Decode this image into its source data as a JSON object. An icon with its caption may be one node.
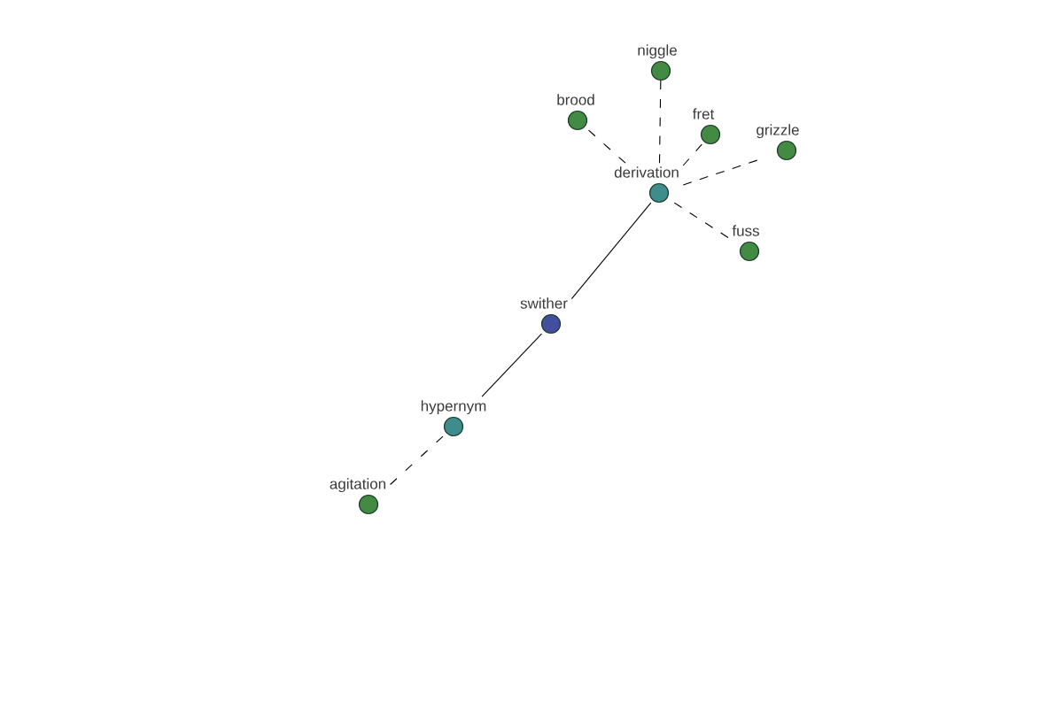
{
  "diagram": {
    "nodes": [
      {
        "text": [
          "niggle"
        ]
      },
      {
        "text": [
          "brood"
        ]
      },
      {
        "text": [
          "fret"
        ]
      },
      {
        "text": [
          "derivation"
        ]
      },
      {
        "text": [
          "grizzle"
        ]
      },
      {
        "text": [
          "fuss"
        ]
      },
      {
        "text": [
          "swither"
        ]
      },
      {
        "text": [
          "hypernym"
        ]
      },
      {
        "text": [
          "agitation"
        ]
      }
    ],
    "edges": [
      {
        "from": 6,
        "to": 3,
        "arrow": "none"
      },
      {
        "from": 6,
        "to": 7,
        "arrow": "none"
      },
      {
        "from": 7,
        "to": 8,
        "arrow": "none",
        "style": "dashed"
      },
      {
        "from": 3,
        "to": 0,
        "arrow": "none",
        "style": "dashed"
      },
      {
        "from": 3,
        "to": 1,
        "arrow": "none",
        "style": "dashed"
      },
      {
        "from": 3,
        "to": 2,
        "arrow": "none",
        "style": "dashed"
      },
      {
        "from": 3,
        "to": 4,
        "arrow": "none",
        "style": "dashed"
      },
      {
        "from": 3,
        "to": 5,
        "arrow": "none",
        "style": "dashed"
      }
    ]
  }
}
